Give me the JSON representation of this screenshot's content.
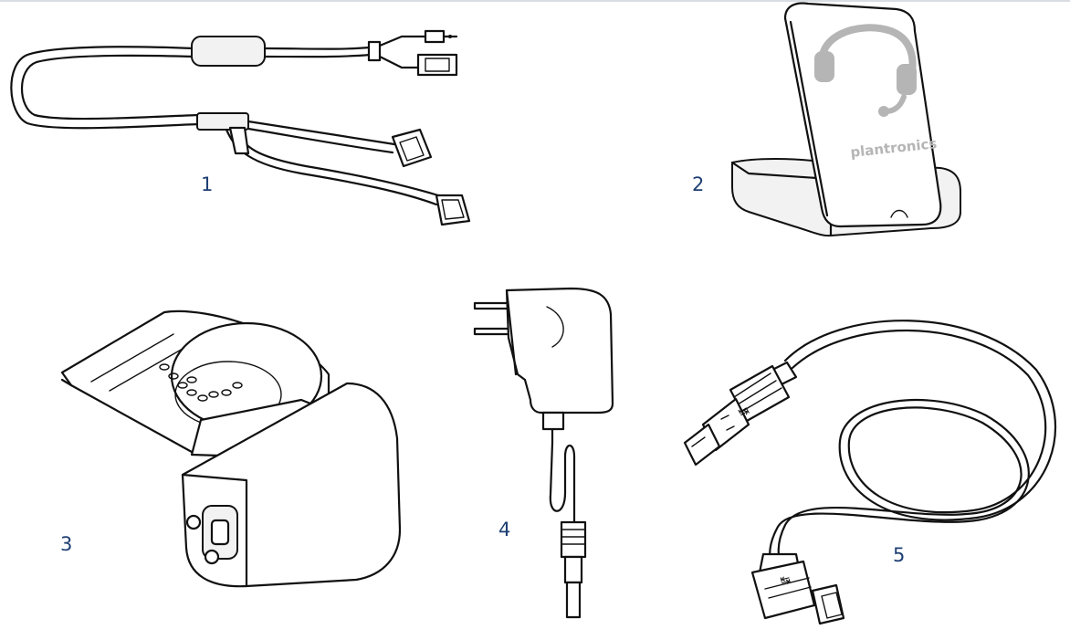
{
  "items": [
    {
      "label": "1",
      "icon": "ehs-cable-icon"
    },
    {
      "label": "2",
      "icon": "charging-cradle-icon",
      "logo_text": "plantronics"
    },
    {
      "label": "3",
      "icon": "handset-lifter-icon"
    },
    {
      "label": "4",
      "icon": "ac-power-adapter-icon"
    },
    {
      "label": "5",
      "icon": "usb-cable-icon"
    }
  ],
  "colors": {
    "label": "#1e3f73",
    "line": "#111111",
    "logo": "#b5b5b5"
  }
}
